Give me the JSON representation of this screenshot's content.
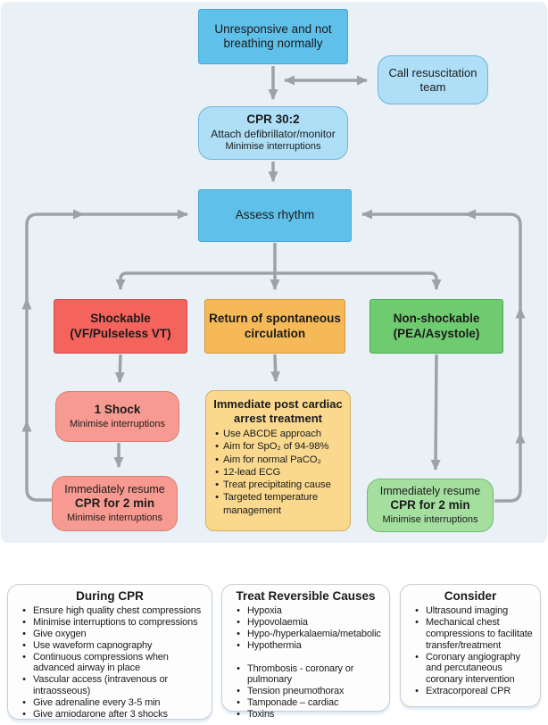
{
  "palette": {
    "flowchart_bg": "#E9F1F7",
    "blue": "#5FC0EA",
    "blue_light": "#AEDFF6",
    "red": "#F4635C",
    "pink": "#F79B92",
    "amber": "#F6B958",
    "amber_light": "#FAD98F",
    "green": "#6FCB70",
    "green_light": "#A5DF9F",
    "arrow_gray": "#9DA2A7"
  },
  "flowchart": {
    "unresponsive": "Unresponsive and not breathing normally",
    "call_team": "Call resuscitation team",
    "cpr": {
      "title": "CPR 30:2",
      "subtitle": "Attach defibrillator/monitor",
      "note": "Minimise interruptions"
    },
    "assess": "Assess rhythm",
    "shockable": {
      "line1": "Shockable",
      "line2": "(VF/Pulseless VT)"
    },
    "rosc": {
      "line1": "Return of spontaneous",
      "line2": "circulation"
    },
    "nonshockable": {
      "line1": "Non-shockable",
      "line2": "(PEA/Asystole)"
    },
    "one_shock": {
      "title": "1 Shock",
      "note": "Minimise interruptions"
    },
    "resume_left": {
      "line1": "Immediately resume",
      "line2": "CPR for 2 min",
      "note": "Minimise interruptions"
    },
    "post_arrest": {
      "title_line1": "Immediate post cardiac",
      "title_line2": "arrest treatment",
      "items": [
        "Use ABCDE approach",
        "Aim for SpO₂ of 94-98%",
        "Aim for normal PaCO₂",
        "12-lead ECG",
        "Treat precipitating cause",
        "Targeted temperature management"
      ]
    },
    "resume_right": {
      "line1": "Immediately resume",
      "line2": "CPR for 2 min",
      "note": "Minimise interruptions"
    }
  },
  "panels": [
    {
      "title": "During CPR",
      "items": [
        "Ensure high quality chest compressions",
        "Minimise interruptions to compressions",
        "Give oxygen",
        "Use waveform capnography",
        "Continuous compressions when advanced airway in place",
        "Vascular access (intravenous or intraosseous)",
        "Give adrenaline every 3-5 min",
        "Give amiodarone after 3 shocks"
      ]
    },
    {
      "title": "Treat Reversible Causes",
      "items": [
        "Hypoxia",
        "Hypovolaemia",
        "Hypo-/hyperkalaemia/metabolic",
        "Hypothermia"
      ],
      "items2": [
        "Thrombosis - coronary or pulmonary",
        "Tension pneumothorax",
        "Tamponade – cardiac",
        "Toxins"
      ]
    },
    {
      "title": "Consider",
      "items": [
        "Ultrasound imaging",
        "Mechanical chest compressions to facilitate transfer/treatment",
        "Coronary angiography and percutaneous coronary intervention",
        "Extracorporeal CPR"
      ]
    }
  ]
}
